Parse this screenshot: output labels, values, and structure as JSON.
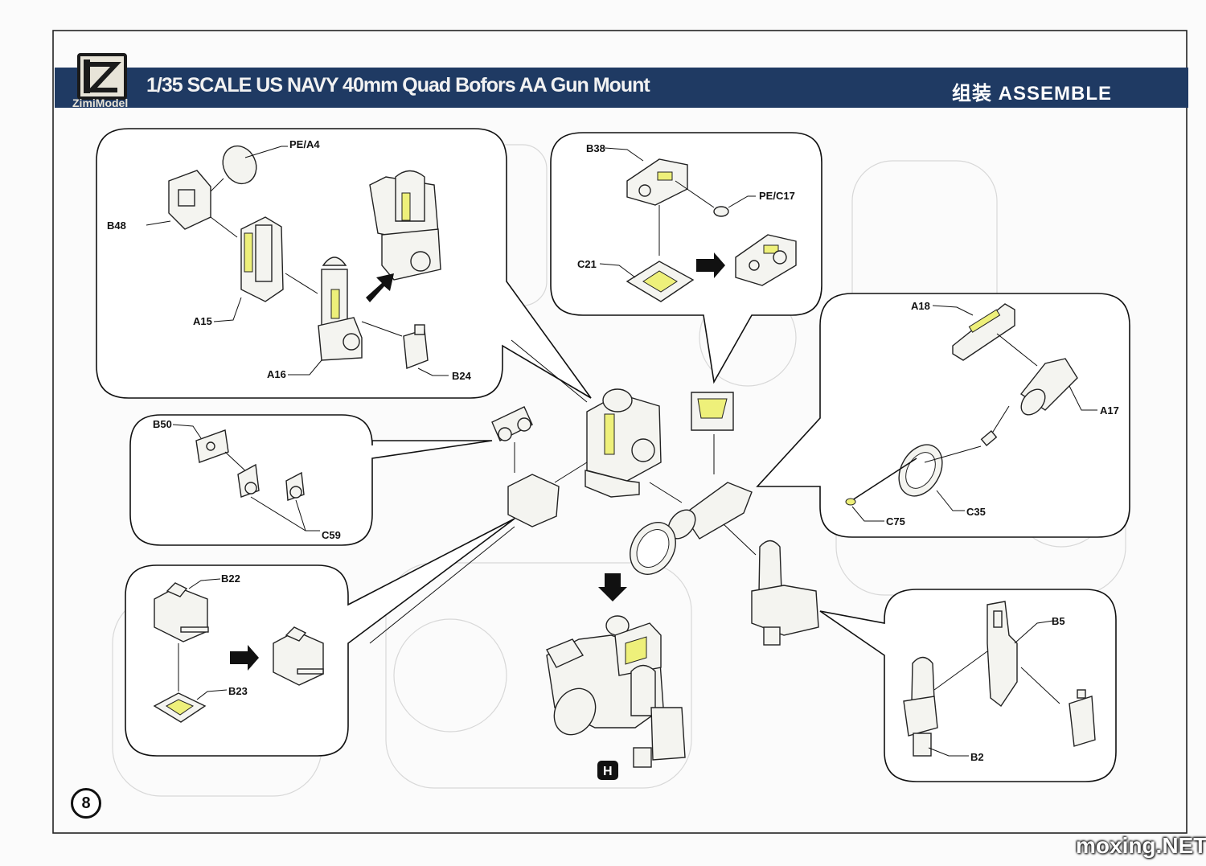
{
  "header": {
    "brand": "ZimiModel",
    "title": "1/35 SCALE US NAVY 40mm Quad Bofors AA Gun Mount",
    "step_label": "组装 ASSEMBLE"
  },
  "labels": {
    "pe_a4": "PE/A4",
    "b48": "B48",
    "a15": "A15",
    "a16": "A16",
    "b24": "B24",
    "b38": "B38",
    "pe_c17": "PE/C17",
    "c21": "C21",
    "a18": "A18",
    "a17": "A17",
    "c75": "C75",
    "c35": "C35",
    "b50": "B50",
    "c59": "C59",
    "b22": "B22",
    "b23": "B23",
    "b5": "B5",
    "b2": "B2",
    "h": "H"
  },
  "footer": {
    "page_number": "8",
    "watermark": "moxing.NET"
  },
  "colors": {
    "header_bar": "#1f3a63",
    "highlight": "#eef07a"
  }
}
